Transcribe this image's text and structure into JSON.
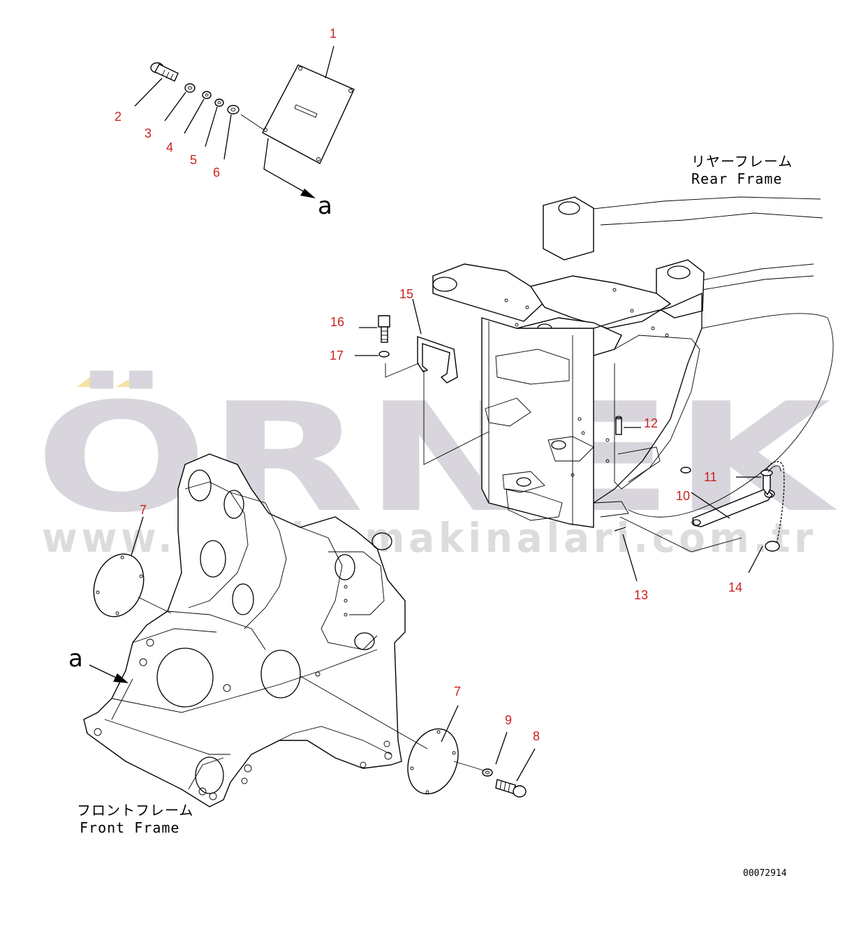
{
  "watermark": {
    "brand": "ÖRNEK",
    "url": "www.ornekismakinalari.com.tr",
    "brand_color": "#d8d5dc",
    "accent_color": "#f3e2a6"
  },
  "labels": {
    "rear_frame_jp": "リヤーフレーム",
    "rear_frame_en": "Rear Frame",
    "front_frame_jp": "フロントフレーム",
    "front_frame_en": "Front Frame",
    "view_a_top": "a",
    "view_a_bottom": "a",
    "doc_code": "00072914"
  },
  "callouts": [
    "1",
    "2",
    "3",
    "4",
    "5",
    "6",
    "7",
    "7",
    "8",
    "9",
    "10",
    "11",
    "12",
    "13",
    "14",
    "15",
    "16",
    "17"
  ],
  "colors": {
    "callout": "#cc1f1f",
    "line": "#000000"
  }
}
